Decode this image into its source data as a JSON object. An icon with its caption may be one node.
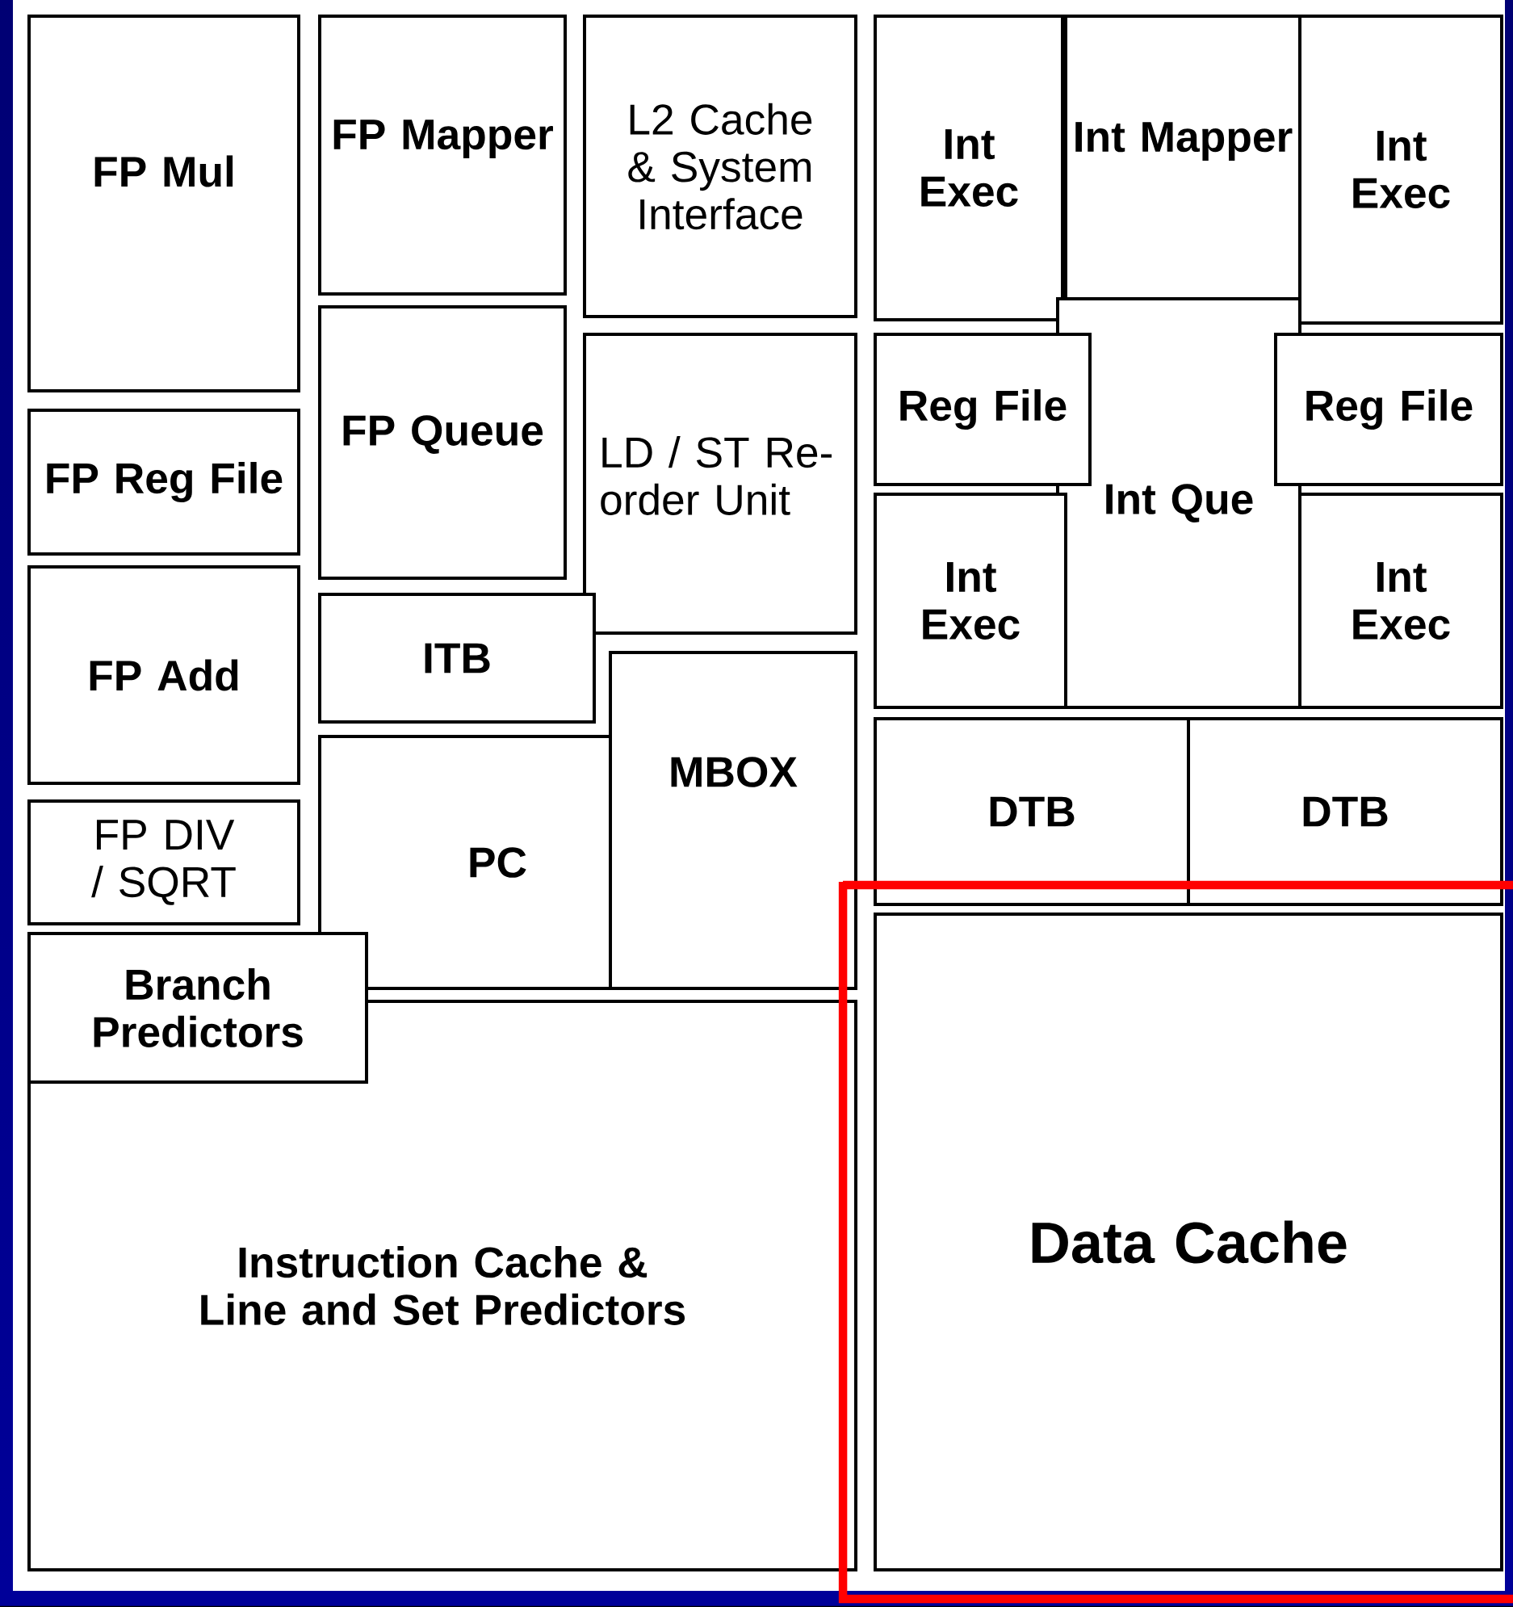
{
  "diagram": {
    "nodes": [
      {
        "text": [
          "FP Mul"
        ]
      },
      {
        "text": [
          "FP Mapper"
        ]
      },
      {
        "text": [
          "L2 Cache & System Interface"
        ]
      },
      {
        "text": [
          "Int Exec"
        ]
      },
      {
        "text": [
          "Int Mapper"
        ]
      },
      {
        "text": [
          "Int Exec"
        ]
      },
      {
        "text": [
          "FP Reg File"
        ]
      },
      {
        "text": [
          "FP Queue"
        ]
      },
      {
        "text": [
          "LD / ST Re-order Unit"
        ]
      },
      {
        "text": [
          "Reg File"
        ]
      },
      {
        "text": [
          "Int Que"
        ]
      },
      {
        "text": [
          "Reg File"
        ]
      },
      {
        "text": [
          "FP Add"
        ]
      },
      {
        "text": [
          "ITB"
        ]
      },
      {
        "text": [
          "Int Exec"
        ]
      },
      {
        "text": [
          "Int Exec"
        ]
      },
      {
        "text": [
          "FP DIV / SQRT"
        ]
      },
      {
        "text": [
          "PC"
        ]
      },
      {
        "text": [
          "MBOX"
        ]
      },
      {
        "text": [
          "DTB"
        ]
      },
      {
        "text": [
          "DTB"
        ]
      },
      {
        "text": [
          "Branch Predictors"
        ]
      },
      {
        "text": [
          "Instruction Cache & Line and Set Predictors"
        ]
      },
      {
        "text": [
          "Data Cache"
        ]
      }
    ]
  }
}
